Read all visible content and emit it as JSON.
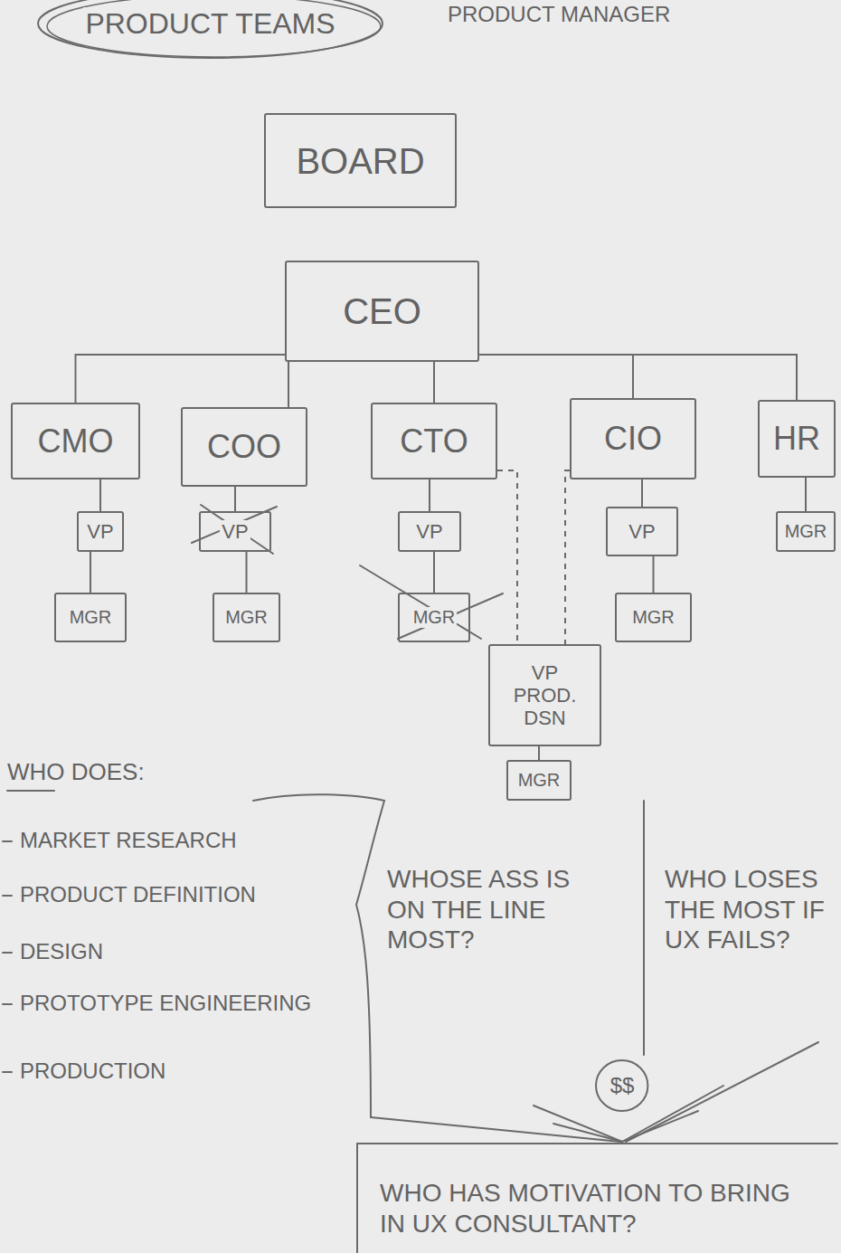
{
  "diagram": {
    "nodes": [
      {
        "text": [
          "PRODUCT TEAMS"
        ]
      },
      {
        "text": [
          "BOARD"
        ]
      },
      {
        "text": [
          "CEO"
        ]
      },
      {
        "text": [
          "CMO"
        ]
      },
      {
        "text": [
          "COO"
        ]
      },
      {
        "text": [
          "CTO"
        ]
      },
      {
        "text": [
          "CIO"
        ]
      },
      {
        "text": [
          "HR"
        ]
      },
      {
        "text": [
          "VP"
        ]
      },
      {
        "text": [
          "VP"
        ]
      },
      {
        "text": [
          "VP"
        ]
      },
      {
        "text": [
          "VP"
        ]
      },
      {
        "text": [
          "MGR"
        ]
      },
      {
        "text": [
          "MGR"
        ]
      },
      {
        "text": [
          "MGR"
        ]
      },
      {
        "text": [
          "MGR"
        ]
      },
      {
        "text": [
          "MGR"
        ]
      },
      {
        "text": [
          "VP",
          "PROD. DSN"
        ]
      },
      {
        "text": [
          "MGR"
        ]
      },
      {
        "text": [
          "$$"
        ]
      }
    ],
    "edges": [
      {
        "from": 2,
        "to": 3,
        "arrow": "none"
      },
      {
        "from": 2,
        "to": 4,
        "arrow": "none"
      },
      {
        "from": 2,
        "to": 5,
        "arrow": "none"
      },
      {
        "from": 2,
        "to": 6,
        "arrow": "none"
      },
      {
        "from": 2,
        "to": 7,
        "arrow": "none"
      },
      {
        "from": 3,
        "to": 8,
        "arrow": "none"
      },
      {
        "from": 8,
        "to": 13,
        "arrow": "none"
      },
      {
        "from": 4,
        "to": 9,
        "arrow": "none"
      },
      {
        "from": 9,
        "to": 14,
        "arrow": "none"
      },
      {
        "from": 5,
        "to": 10,
        "arrow": "none"
      },
      {
        "from": 10,
        "to": 15,
        "arrow": "none"
      },
      {
        "from": 6,
        "to": 11,
        "arrow": "none"
      },
      {
        "from": 11,
        "to": 16,
        "arrow": "none"
      },
      {
        "from": 7,
        "to": 12,
        "arrow": "none"
      },
      {
        "from": 5,
        "to": 17,
        "arrow": "none"
      },
      {
        "from": 6,
        "to": 17,
        "arrow": "none"
      },
      {
        "from": 17,
        "to": 18,
        "arrow": "none"
      }
    ],
    "labels": [
      "PRODUCT MANAGER",
      "WHO DOES:",
      "MARKET RESEARCH",
      "PRODUCT DEFINITION",
      "DESIGN",
      "PROTOTYPE ENGINEERING",
      "PRODUCTION",
      "WHOSE ASS IS ON THE LINE MOST?",
      "WHO LOSES THE MOST IF UX FAILS?",
      "WHO HAS MOTIVATION TO BRING IN UX CONSULTANT?"
    ]
  }
}
